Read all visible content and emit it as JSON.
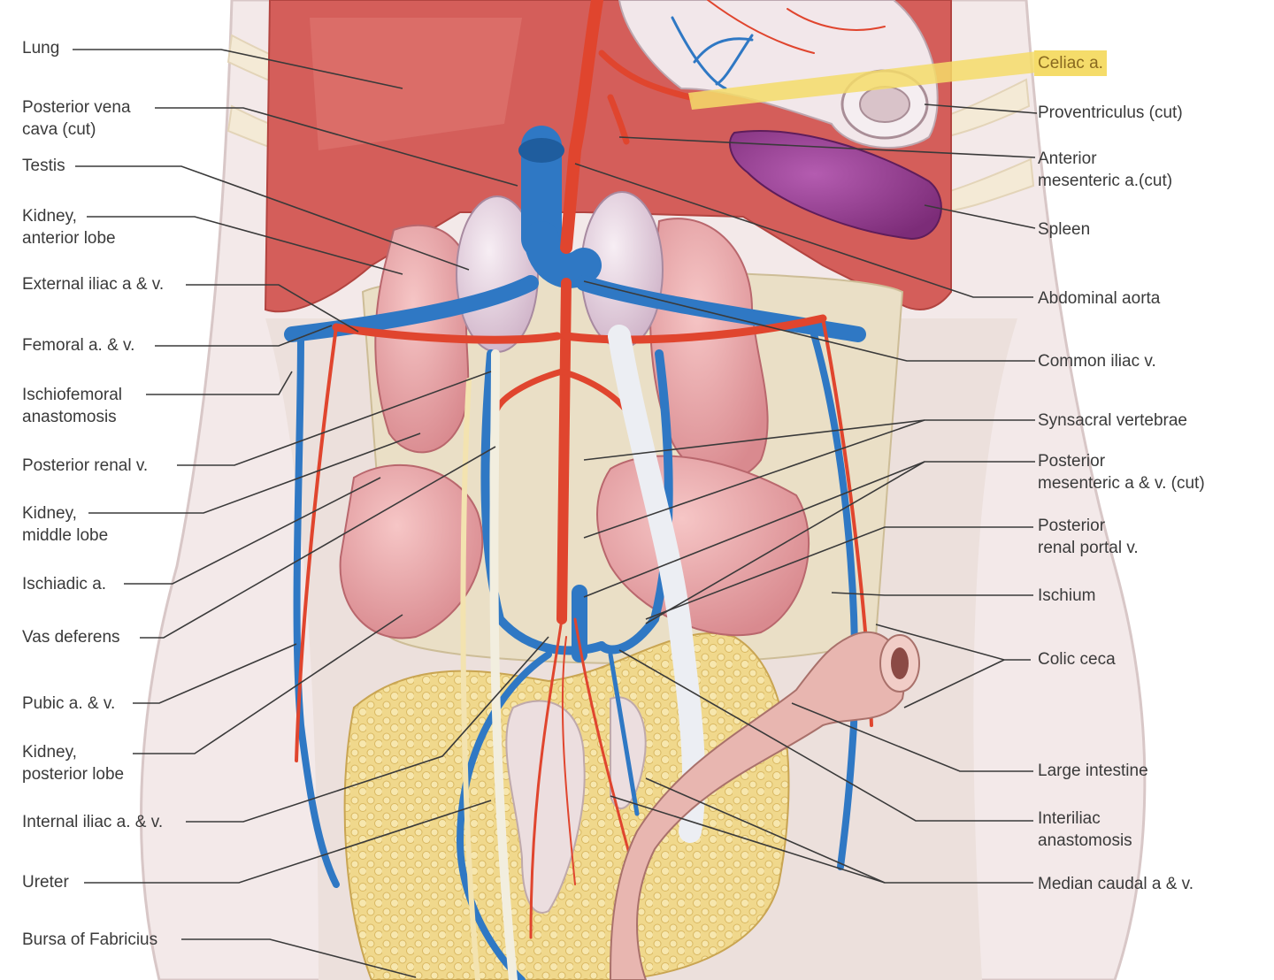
{
  "figure": {
    "labels_left": [
      "Lung",
      "Posterior vena\ncava (cut)",
      "Testis",
      "Kidney,\nanterior lobe",
      "External iliac a & v.",
      "Femoral a. & v.",
      "Ischiofemoral\nanastomosis",
      "Posterior renal  v.",
      "Kidney,\nmiddle lobe",
      "Ischiadic a.",
      "Vas deferens",
      "Pubic a. & v.",
      "Kidney,\nposterior lobe",
      "Internal iliac a. & v.",
      "Ureter",
      "Bursa of Fabricius"
    ],
    "labels_right": [
      "Celiac a.",
      "Proventriculus (cut)",
      "Anterior\nmesenteric a.(cut)",
      "Spleen",
      "Abdominal aorta",
      "Common iliac v.",
      "Synsacral vertebrae",
      "Posterior\nmesenteric a & v. (cut)",
      "Posterior\nrenal portal v.",
      "Ischium",
      "Colic ceca",
      "Large intestine",
      "Interiliac\nanastomosis",
      "Median caudal a & v."
    ],
    "highlighted_label": "Celiac a.",
    "colors": {
      "artery": "#e0452e",
      "vein": "#2f78c4",
      "kidney": "#e9a6a9",
      "testis": "#e6d6e2",
      "lung": "#d9645f",
      "spleen": "#8e3f8e",
      "fat": "#f1d98a",
      "tissue": "#f1e4e4",
      "leader_line": "#3a3a3a",
      "highlight": "#f5dc6a"
    }
  }
}
